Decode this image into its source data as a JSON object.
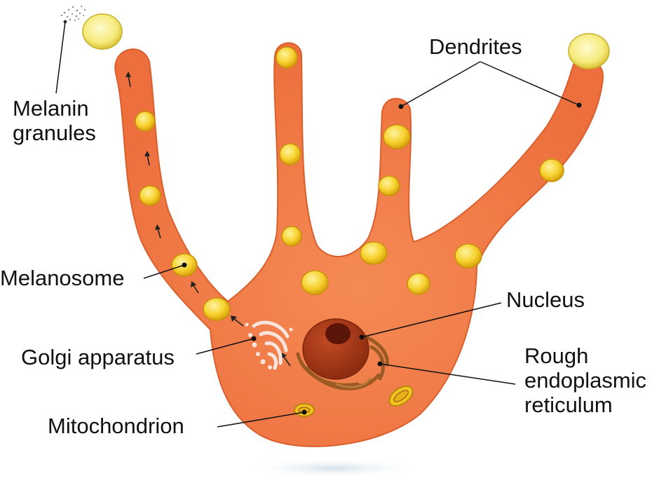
{
  "labels": {
    "melanin_line1": "Melanin",
    "melanin_line2": "granules",
    "dendrites": "Dendrites",
    "melanosome": "Melanosome",
    "golgi": "Golgi apparatus",
    "mitochondrion": "Mitochondrion",
    "nucleus": "Nucleus",
    "rer_line1": "Rough",
    "rer_line2": "endoplasmic",
    "rer_line3": "reticulum"
  },
  "colors": {
    "cell_body": "#ef7a4b",
    "cell_outline": "#d95a2a",
    "melanosome": "#f5cf2a",
    "melanosome_edge": "#d7a60c",
    "nucleus": "#a53a1a",
    "nucleolus": "#5a1408",
    "rough_er": "#9b5a24",
    "golgi": "#fbe4dc"
  }
}
